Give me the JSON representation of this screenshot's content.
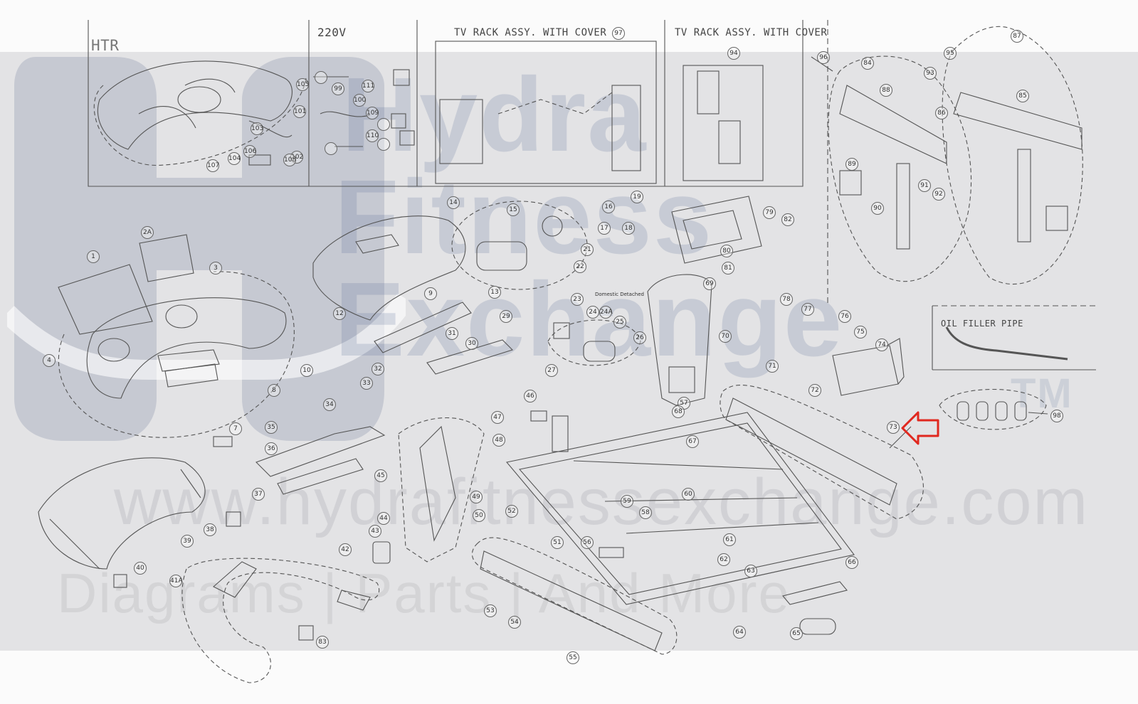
{
  "sections": {
    "htr": "HTR",
    "v220": "220V",
    "tv_rack_1": "TV RACK ASSY. WITH COVER",
    "tv_rack_2": "TV RACK ASSY. WITH COVER",
    "oil_filler_pipe": "OIL FILLER PIPE"
  },
  "watermark": {
    "brand_line1": "Hydra",
    "brand_line2": "Fitness",
    "brand_line3": "Exchange",
    "trademark": "TM",
    "url": "www.hydrafitnessexchange.com",
    "tagline": "Diagrams | Parts | And More"
  },
  "highlight": {
    "part": "73",
    "arrow_color": "#e0281f"
  },
  "callouts": [
    "1",
    "2A",
    "3",
    "4",
    "7",
    "8",
    "9",
    "10",
    "12",
    "13",
    "14",
    "15",
    "16",
    "17",
    "18",
    "19",
    "21",
    "22",
    "23",
    "24",
    "24A",
    "25",
    "26",
    "27",
    "29",
    "30",
    "31",
    "32",
    "33",
    "34",
    "35",
    "36",
    "37",
    "38",
    "39",
    "40",
    "41A",
    "42",
    "43",
    "44",
    "45",
    "46",
    "47",
    "48",
    "49",
    "50",
    "51",
    "52",
    "53",
    "54",
    "55",
    "56",
    "57",
    "58",
    "59",
    "60",
    "61",
    "62",
    "63",
    "64",
    "65",
    "66",
    "67",
    "68",
    "69",
    "70",
    "71",
    "72",
    "73",
    "74",
    "75",
    "76",
    "77",
    "78",
    "79",
    "80",
    "81",
    "82",
    "83",
    "84",
    "85",
    "86",
    "87",
    "88",
    "89",
    "90",
    "91",
    "92",
    "93",
    "94",
    "95",
    "96",
    "97",
    "98",
    "99",
    "100",
    "101",
    "102",
    "103",
    "104",
    "105",
    "106",
    "107",
    "108",
    "109",
    "110",
    "111"
  ],
  "notes": {
    "dealer_note": "Domestic Detached"
  }
}
